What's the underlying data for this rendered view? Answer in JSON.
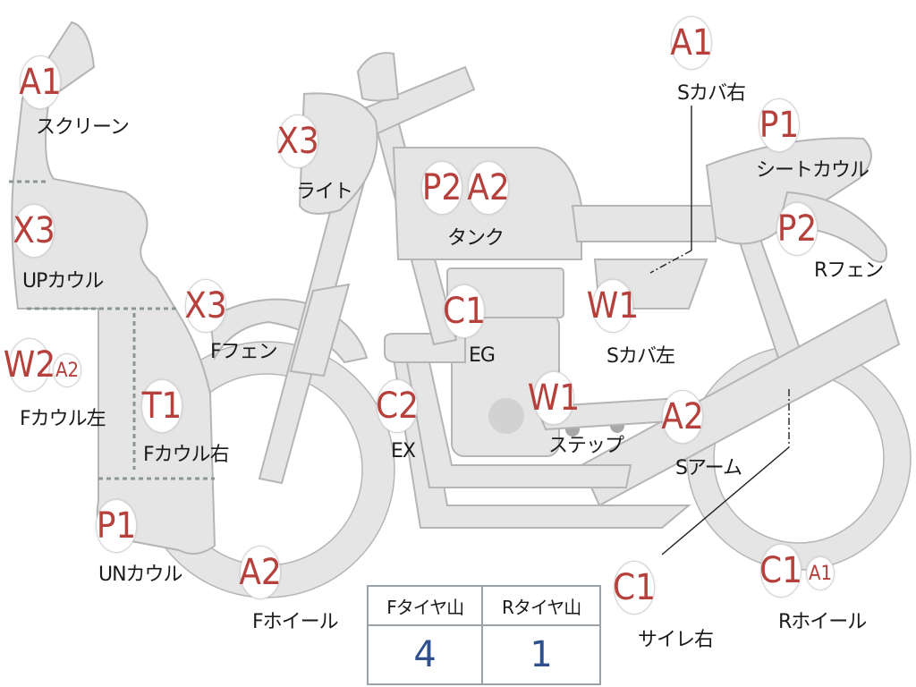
{
  "parts": [
    {
      "id": "screen",
      "label": "スクリーン",
      "codes": [
        "A1"
      ]
    },
    {
      "id": "up-cowl",
      "label": "UPカウル",
      "codes": [
        "X3"
      ]
    },
    {
      "id": "f-cowl-left",
      "label": "Fカウル左",
      "codes": [
        "W2",
        "A2"
      ]
    },
    {
      "id": "f-cowl-right",
      "label": "Fカウル右",
      "codes": [
        "T1"
      ]
    },
    {
      "id": "un-cowl",
      "label": "UNカウル",
      "codes": [
        "P1"
      ]
    },
    {
      "id": "light",
      "label": "ライト",
      "codes": [
        "X3"
      ]
    },
    {
      "id": "f-fender",
      "label": "Fフェン",
      "codes": [
        "X3"
      ]
    },
    {
      "id": "f-wheel",
      "label": "Fホイール",
      "codes": [
        "A2"
      ]
    },
    {
      "id": "tank",
      "label": "タンク",
      "codes": [
        "P2",
        "A2"
      ]
    },
    {
      "id": "eg",
      "label": "EG",
      "codes": [
        "C1"
      ]
    },
    {
      "id": "ex",
      "label": "EX",
      "codes": [
        "C2"
      ]
    },
    {
      "id": "step",
      "label": "ステップ",
      "codes": [
        "W1"
      ]
    },
    {
      "id": "s-cover-left",
      "label": "Sカバ左",
      "codes": [
        "W1"
      ]
    },
    {
      "id": "s-cover-right",
      "label": "Sカバ右",
      "codes": [
        "A1"
      ]
    },
    {
      "id": "seat-cowl",
      "label": "シートカウル",
      "codes": [
        "P1"
      ]
    },
    {
      "id": "r-fender",
      "label": "Rフェン",
      "codes": [
        "P2"
      ]
    },
    {
      "id": "s-arm",
      "label": "Sアーム",
      "codes": [
        "A2"
      ]
    },
    {
      "id": "silencer-right",
      "label": "サイレ右",
      "codes": [
        "C1"
      ]
    },
    {
      "id": "r-wheel",
      "label": "Rホイール",
      "codes": [
        "C1",
        "A1"
      ]
    }
  ],
  "tire_tread": {
    "front_label": "Fタイヤ山",
    "rear_label": "Rタイヤ山",
    "front_value": "4",
    "rear_value": "1"
  },
  "colors": {
    "part_fill": "#e4e5e4",
    "part_stroke": "#b3b6b5",
    "code_text": "#b5403c",
    "value_text": "#2f4f8f"
  }
}
